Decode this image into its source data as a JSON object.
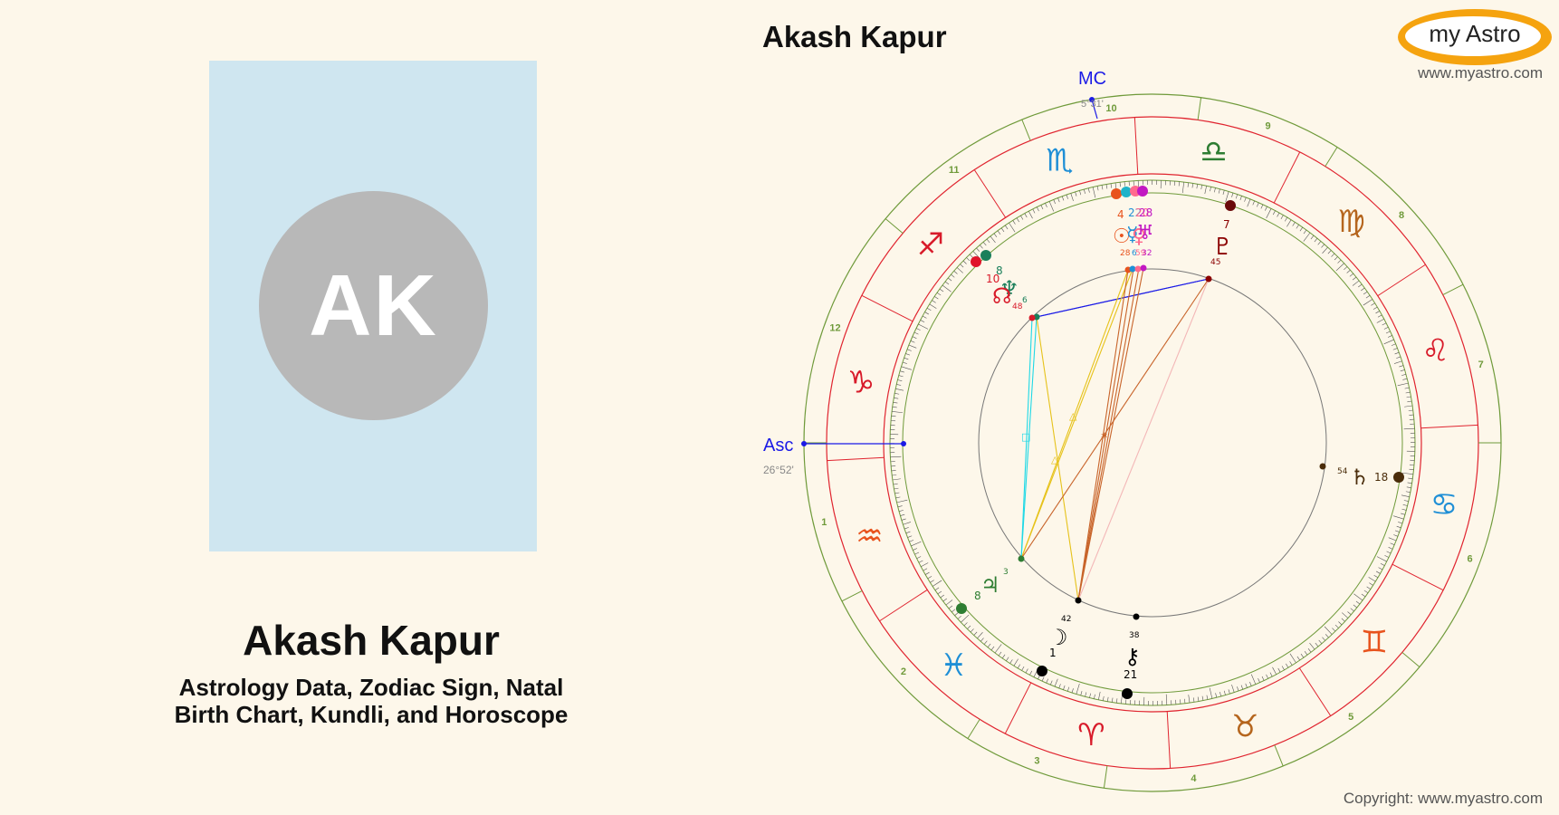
{
  "person": {
    "name": "Akash Kapur",
    "initials": "AK",
    "subtitle_line1": "Astrology Data, Zodiac Sign, Natal",
    "subtitle_line2": "Birth Chart, Kundli, and Horoscope"
  },
  "chart": {
    "title": "Akash Kapur",
    "asc_label": "Asc",
    "asc_degree": "26°52'",
    "mc_label": "MC",
    "mc_degree": "5°31'"
  },
  "brand": {
    "logo_text": "my Astro",
    "site_url": "www.myastro.com",
    "copyright": "Copyright: www.myastro.com"
  },
  "houses": [
    "1",
    "2",
    "3",
    "4",
    "5",
    "6",
    "7",
    "8",
    "9",
    "10",
    "11",
    "12"
  ],
  "signs": [
    {
      "name": "aquarius",
      "glyph": "♒",
      "color": "#e8531d"
    },
    {
      "name": "pisces",
      "glyph": "♓",
      "color": "#1f8fd6"
    },
    {
      "name": "aries",
      "glyph": "♈",
      "color": "#d81b2a"
    },
    {
      "name": "taurus",
      "glyph": "♉",
      "color": "#b5651d"
    },
    {
      "name": "gemini",
      "glyph": "♊",
      "color": "#e8531d"
    },
    {
      "name": "cancer",
      "glyph": "♋",
      "color": "#1f8fd6"
    },
    {
      "name": "leo",
      "glyph": "♌",
      "color": "#d81b2a"
    },
    {
      "name": "virgo",
      "glyph": "♍",
      "color": "#b5651d"
    },
    {
      "name": "libra",
      "glyph": "♎",
      "color": "#2e7d32"
    },
    {
      "name": "scorpio",
      "glyph": "♏",
      "color": "#1f8fd6"
    },
    {
      "name": "sagittarius",
      "glyph": "♐",
      "color": "#d81b2a"
    },
    {
      "name": "capricorn",
      "glyph": "♑",
      "color": "#d81b2a"
    }
  ],
  "planets": [
    {
      "name": "pluto",
      "glyph": "♇",
      "degree": "7",
      "minute": "45",
      "color": "#8b0000"
    },
    {
      "name": "saturn",
      "glyph": "♄",
      "degree": "18",
      "minute": "54",
      "color": "#4a2c0a"
    },
    {
      "name": "moon",
      "glyph": "☽",
      "degree": "1",
      "minute": "42",
      "color": "#000000"
    },
    {
      "name": "chiron",
      "glyph": "⚷",
      "degree": "21",
      "minute": "38",
      "color": "#000000"
    },
    {
      "name": "jupiter",
      "glyph": "♃",
      "degree": "8",
      "minute": "3",
      "color": "#2e7d32"
    },
    {
      "name": "neptune",
      "glyph": "♆",
      "degree": "8",
      "minute": "6",
      "color": "#1a7f5a"
    },
    {
      "name": "node",
      "glyph": "☊",
      "degree": "10",
      "minute": "48",
      "color": "#d81b2a"
    },
    {
      "name": "sun",
      "glyph": "☉",
      "degree": "4",
      "minute": "28",
      "color": "#e8531d"
    },
    {
      "name": "mercury",
      "glyph": "☿",
      "degree": "22",
      "minute": "6",
      "color": "#1f8fd6"
    },
    {
      "name": "venus",
      "glyph": "♀",
      "degree": "20",
      "minute": "59",
      "color": "#ff6a8e"
    },
    {
      "name": "uranus",
      "glyph": "♅",
      "degree": "28",
      "minute": "32",
      "color": "#c218c2"
    }
  ],
  "colors": {
    "background": "#fdf7ea",
    "outer_ring": "#6f9a3a",
    "sign_ring": "#e0242f",
    "asc_mc": "#1a1ae6"
  }
}
